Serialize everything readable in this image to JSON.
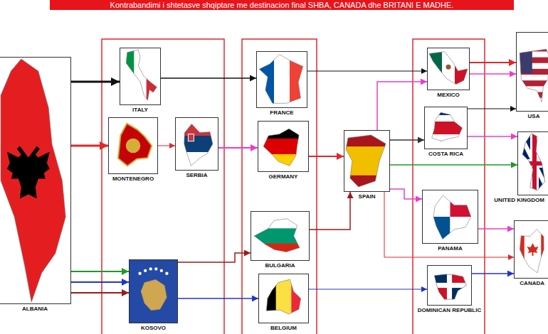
{
  "diagram": {
    "title": "Kontrabandimi i shtetasve shqiptare me destinacion final SHBA, CANADA dhe BRITANI E MADHE.",
    "nodes": [
      {
        "text": [
          "ALBANIA"
        ]
      },
      {
        "text": [
          "ITALY"
        ]
      },
      {
        "text": [
          "MONTENEGRO"
        ]
      },
      {
        "text": [
          "SERBIA"
        ]
      },
      {
        "text": [
          "KOSOVO"
        ]
      },
      {
        "text": [
          "FRANCE"
        ]
      },
      {
        "text": [
          "GERMANY"
        ]
      },
      {
        "text": [
          "BULGARIA"
        ]
      },
      {
        "text": [
          "BELGIUM"
        ]
      },
      {
        "text": [
          "SPAIN"
        ]
      },
      {
        "text": [
          "MEXICO"
        ]
      },
      {
        "text": [
          "COSTA RICA"
        ]
      },
      {
        "text": [
          "PANAMA"
        ]
      },
      {
        "text": [
          "DOMINICAN REPUBLIC"
        ]
      },
      {
        "text": [
          "USA"
        ]
      },
      {
        "text": [
          "UNITED KINGDOM"
        ]
      },
      {
        "text": [
          "CANADA"
        ]
      }
    ],
    "edges": [
      {
        "from": 0,
        "to": 1,
        "arrow": "to"
      },
      {
        "from": 0,
        "to": 2,
        "arrow": "to"
      },
      {
        "from": 0,
        "to": 4,
        "arrow": "to"
      },
      {
        "from": 0,
        "to": 4,
        "arrow": "to"
      },
      {
        "from": 0,
        "to": 4,
        "arrow": "to"
      },
      {
        "from": 1,
        "to": 5,
        "arrow": "to"
      },
      {
        "from": 2,
        "to": 3,
        "arrow": "to"
      },
      {
        "from": 3,
        "to": 6,
        "arrow": "to"
      },
      {
        "from": 6,
        "to": 9,
        "arrow": "to"
      },
      {
        "from": 7,
        "to": 9,
        "arrow": "to"
      },
      {
        "from": 4,
        "to": 7,
        "arrow": "to"
      },
      {
        "from": 4,
        "to": 8,
        "arrow": "to"
      },
      {
        "from": 8,
        "to": 13,
        "arrow": "to"
      },
      {
        "from": 5,
        "to": 10,
        "arrow": "to"
      },
      {
        "from": 9,
        "to": 10,
        "arrow": "to"
      },
      {
        "from": 9,
        "to": 11,
        "arrow": "to"
      },
      {
        "from": 9,
        "to": 15,
        "arrow": "to"
      },
      {
        "from": 9,
        "to": 12,
        "arrow": "to"
      },
      {
        "from": 9,
        "to": 16,
        "arrow": "to"
      },
      {
        "from": 10,
        "to": 14,
        "arrow": "to"
      },
      {
        "from": 10,
        "to": 14,
        "arrow": "to"
      },
      {
        "from": 11,
        "to": 14,
        "arrow": "to"
      },
      {
        "from": 11,
        "to": 15,
        "arrow": "to"
      },
      {
        "from": 12,
        "to": 16,
        "arrow": "to"
      },
      {
        "from": 13,
        "to": 16,
        "arrow": "to"
      }
    ]
  }
}
